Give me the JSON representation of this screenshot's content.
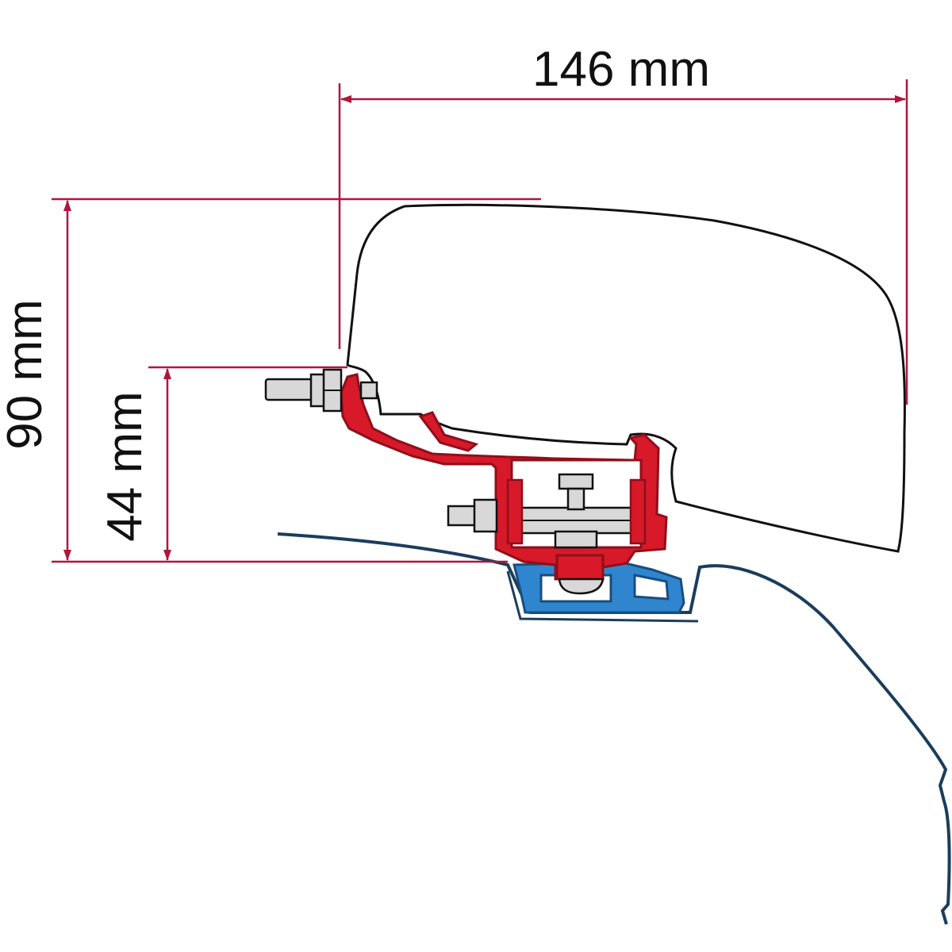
{
  "dimensions": {
    "width_label": "146 mm",
    "height_label": "90 mm",
    "mount_height_label": "44 mm"
  },
  "colors": {
    "dimension_line": "#b0163c",
    "bracket": "#d7192a",
    "bracket_dark": "#8f0f1a",
    "rail": "#2f86cf",
    "rail_dark": "#174e7f",
    "outline": "#111111",
    "vehicle_line": "#1b3d5c",
    "bolt_fill": "#d8d8d8"
  }
}
